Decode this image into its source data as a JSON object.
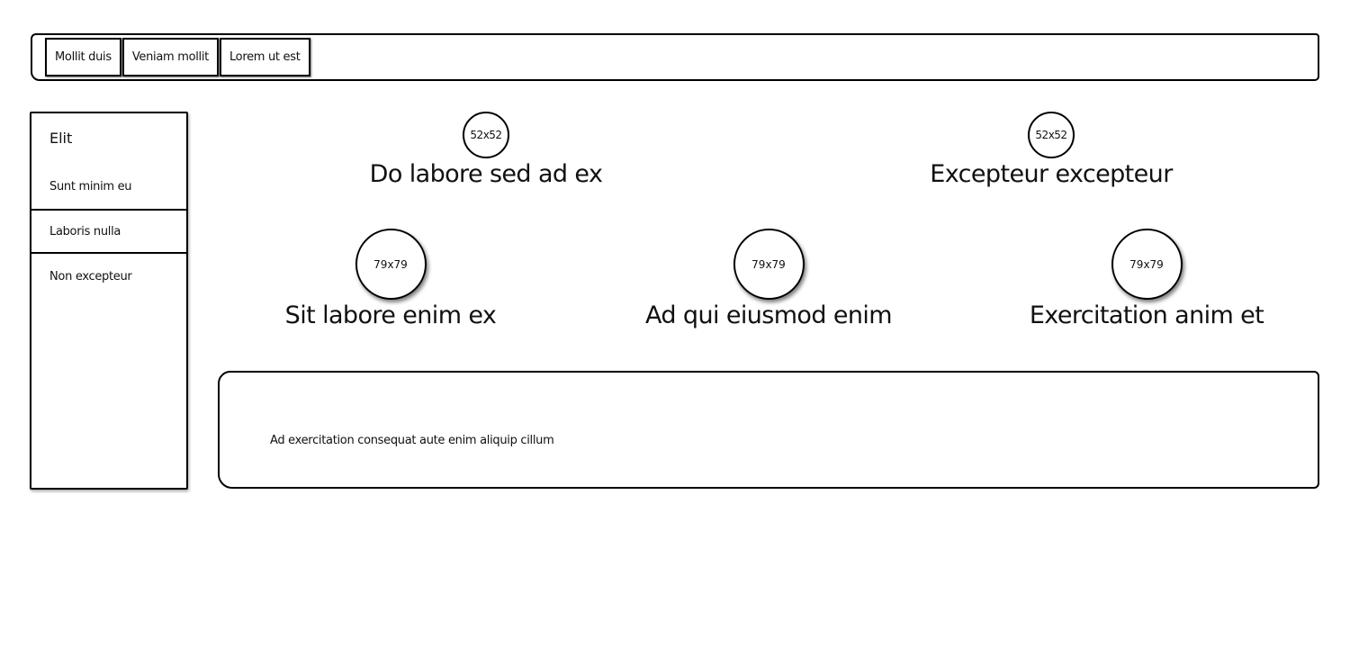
{
  "tabs": [
    {
      "label": "Mollit duis"
    },
    {
      "label": "Veniam mollit"
    },
    {
      "label": "Lorem ut est"
    }
  ],
  "sidebar": {
    "title": "Elit",
    "items": [
      {
        "label": "Sunt minim eu"
      },
      {
        "label": "Laboris nulla"
      },
      {
        "label": "Non excepteur"
      }
    ]
  },
  "features": [
    {
      "image": "52x52",
      "label": "Do labore sed ad ex"
    },
    {
      "image": "52x52",
      "label": "Excepteur excepteur"
    },
    {
      "image": "79x79",
      "label": "Sit labore enim ex"
    },
    {
      "image": "79x79",
      "label": "Ad qui eiusmod enim"
    },
    {
      "image": "79x79",
      "label": "Exercitation anim et"
    }
  ],
  "panel": {
    "text": "Ad exercitation consequat aute enim aliquip cillum"
  }
}
